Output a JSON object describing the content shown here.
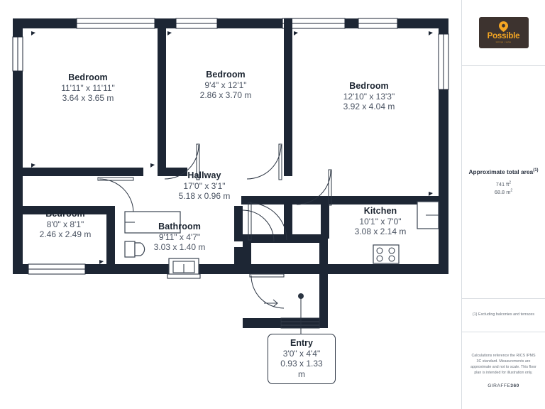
{
  "plan": {
    "rooms": [
      {
        "key": "bedroom1",
        "name": "Bedroom",
        "imperial": "11'11\" x 11'11\"",
        "metric": "3.64 x 3.65 m"
      },
      {
        "key": "bedroom2",
        "name": "Bedroom",
        "imperial": "9'4\" x 12'1\"",
        "metric": "2.86 x 3.70 m"
      },
      {
        "key": "bedroom3",
        "name": "Bedroom",
        "imperial": "12'10\" x 13'3\"",
        "metric": "3.92 x 4.04 m"
      },
      {
        "key": "hallway",
        "name": "Hallway",
        "imperial": "17'0\" x 3'1\"",
        "metric": "5.18 x 0.96 m"
      },
      {
        "key": "bedroom4",
        "name": "Bedroom",
        "imperial": "8'0\" x 8'1\"",
        "metric": "2.46 x 2.49 m"
      },
      {
        "key": "bathroom",
        "name": "Bathroom",
        "imperial": "9'11\" x 4'7\"",
        "metric": "3.03 x 1.40 m"
      },
      {
        "key": "kitchen",
        "name": "Kitchen",
        "imperial": "10'1\" x 7'0\"",
        "metric": "3.08 x 2.14 m"
      },
      {
        "key": "entry",
        "name": "Entry",
        "imperial": "3'0\" x 4'4\"",
        "metric": "0.93 x 1.33 m"
      }
    ],
    "colors": {
      "wall": "#1d2634",
      "window": "#ffffff",
      "fixture_stroke": "#3a4350",
      "label_name": "#1b2430",
      "label_dim": "#4a5362"
    }
  },
  "panel": {
    "logo": {
      "brand": "Possible",
      "tagline": "lettings • sales",
      "bg": "#3d332f",
      "accent": "#f5a623"
    },
    "area": {
      "title": "Approximate total area",
      "title_superscript": "(1)",
      "sqft": "741 ft",
      "sqft_sup": "2",
      "sqm": "68.8 m",
      "sqm_sup": "2"
    },
    "footnote": "(1) Excluding balconies and terraces",
    "disclaimer": "Calculations reference the RICS IPMS 3C standard. Measurements are approximate and not to scale. This floor plan is intended for illustration only.",
    "brand_plain": "GIRAFFE",
    "brand_bold": "360"
  }
}
